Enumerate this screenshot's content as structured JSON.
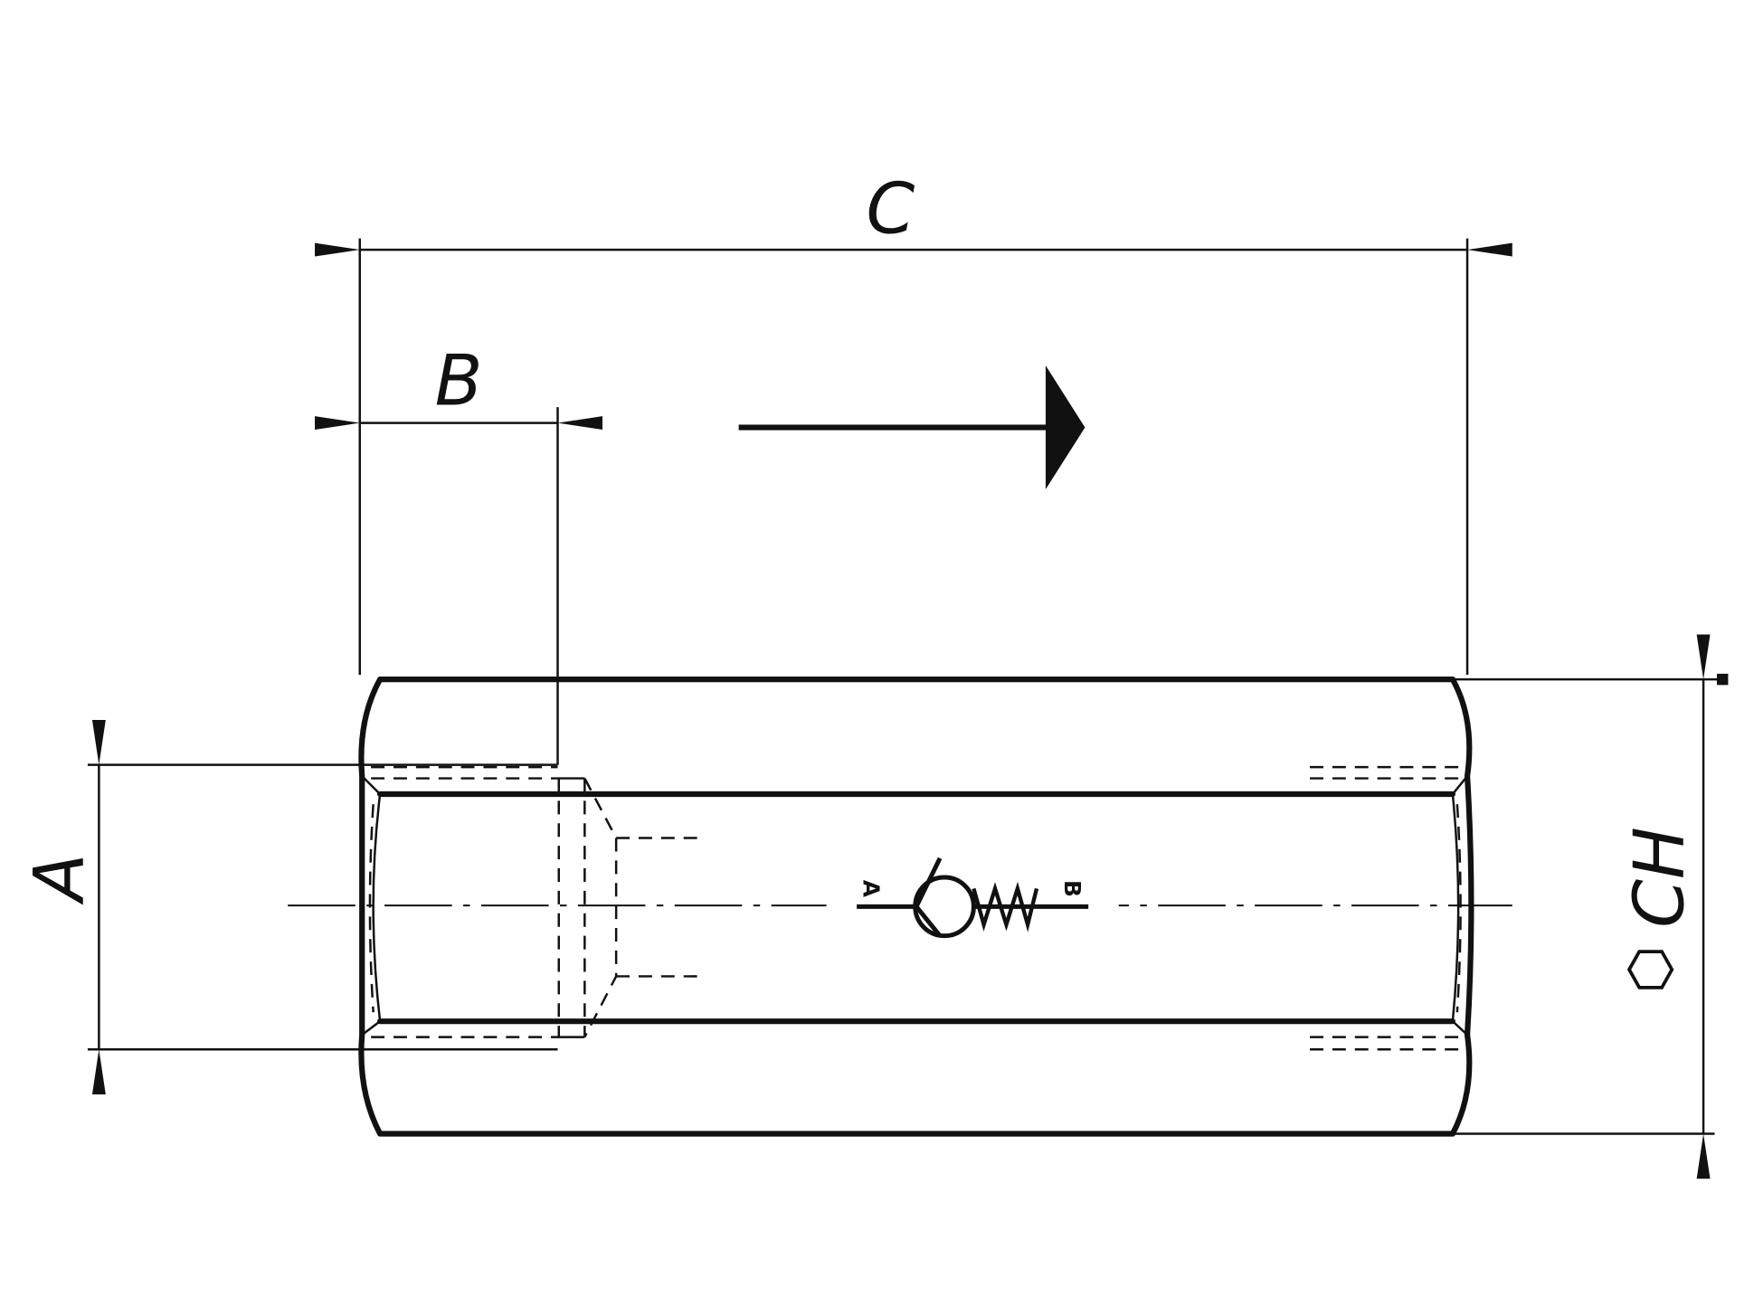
{
  "drawing": {
    "dimensions": {
      "overall_length": "C",
      "thread_depth": "B",
      "thread_size": "A",
      "hex_size": "CH"
    },
    "valve_symbol": {
      "port_in": "A",
      "port_out": "B"
    },
    "flow_direction": "left-to-right",
    "icons": [
      "hexagon-icon",
      "flow-arrow-icon",
      "check-valve-icon"
    ],
    "line_color": "#111111"
  }
}
